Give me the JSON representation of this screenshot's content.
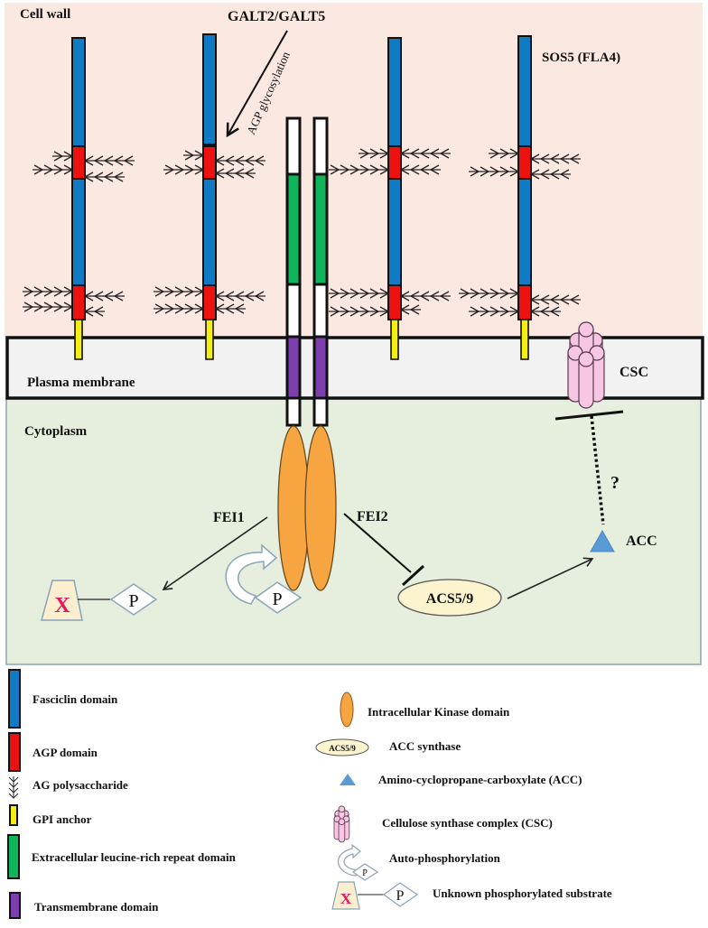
{
  "regions": {
    "cell_wall": {
      "label": "Cell wall",
      "color": "#fbe9e1"
    },
    "plasma_membrane": {
      "label": "Plasma membrane",
      "color": "#f2f2f2"
    },
    "cytoplasm": {
      "label": "Cytoplasm",
      "color": "#e6efdd"
    }
  },
  "labels": {
    "galt": "GALT2/GALT5",
    "agp_glycosylation": "AGP glycosylation",
    "sos5": "SOS5 (FLA4)",
    "csc": "CSC",
    "fei1": "FEI1",
    "fei2": "FEI2",
    "acs": "ACS5/9",
    "acc": "ACC",
    "question": "?",
    "phospho": "P",
    "substrate": "X"
  },
  "colors": {
    "fasciclin": "#0f7bc4",
    "agp": "#ee1111",
    "gpi": "#f5ee12",
    "lrr": "#0fb55a",
    "transmembrane": "#7e3fae",
    "kinase": "#f7a540",
    "acs_fill": "#fbf4cf",
    "acc": "#5b9bd5",
    "csc": "#f6c6e3",
    "substrate_x": "#e8175d",
    "substrate_fill": "#fbefcf"
  },
  "legend": {
    "left": [
      {
        "icon": "fasciclin-domain-swatch",
        "label": "Fasciclin domain"
      },
      {
        "icon": "agp-domain-swatch",
        "label": "AGP domain"
      },
      {
        "icon": "ag-polysaccharide-icon",
        "label": "AG polysaccharide"
      },
      {
        "icon": "gpi-anchor-swatch",
        "label": "GPI anchor"
      },
      {
        "icon": "lrr-domain-swatch",
        "label": "Extracellular leucine-rich repeat domain"
      },
      {
        "icon": "transmembrane-domain-swatch",
        "label": "Transmembrane domain"
      }
    ],
    "right": [
      {
        "icon": "kinase-domain-icon",
        "label": "Intracellular Kinase domain"
      },
      {
        "icon": "acc-synthase-icon",
        "label": "ACC synthase",
        "badge": "ACS5/9"
      },
      {
        "icon": "acc-triangle-icon",
        "label": "Amino-cyclopropane-carboxylate (ACC)"
      },
      {
        "icon": "csc-icon",
        "label": "Cellulose synthase complex (CSC)"
      },
      {
        "icon": "auto-phosphorylation-icon",
        "label": "Auto-phosphorylation"
      },
      {
        "icon": "phosphorylated-substrate-icon",
        "label": "Unknown phosphorylated substrate"
      }
    ]
  }
}
